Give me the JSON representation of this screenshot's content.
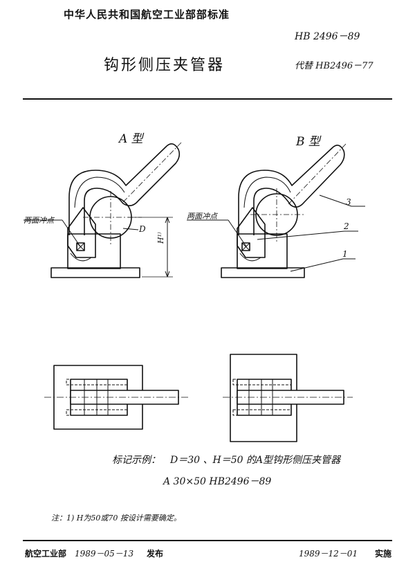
{
  "header": {
    "org": "中华人民共和国航空工业部部标准",
    "std_no": "HB 2496－89",
    "title": "钩形侧压夹管器",
    "replaces": "代替 HB2496－77"
  },
  "drawing": {
    "type_a": "A 型",
    "type_b": "B 型",
    "punch_a": "两面冲点",
    "punch_b": "两面冲点",
    "dim_d": "D",
    "dim_h": "H¹⁾",
    "callout_1": "1",
    "callout_2": "2",
    "callout_3": "3"
  },
  "marking": {
    "label": "标记示例：",
    "line1": "D＝30 、H＝50 的A型钩形侧压夹管器",
    "line2": "A 30×50 HB2496－89"
  },
  "note": "注：1) H为50或70 按设计需要确定。",
  "footer": {
    "issuer": "航空工业部",
    "issue_date": "1989－05－13",
    "issue_label": "发布",
    "impl_date": "1989－12－01",
    "impl_label": "实施"
  }
}
